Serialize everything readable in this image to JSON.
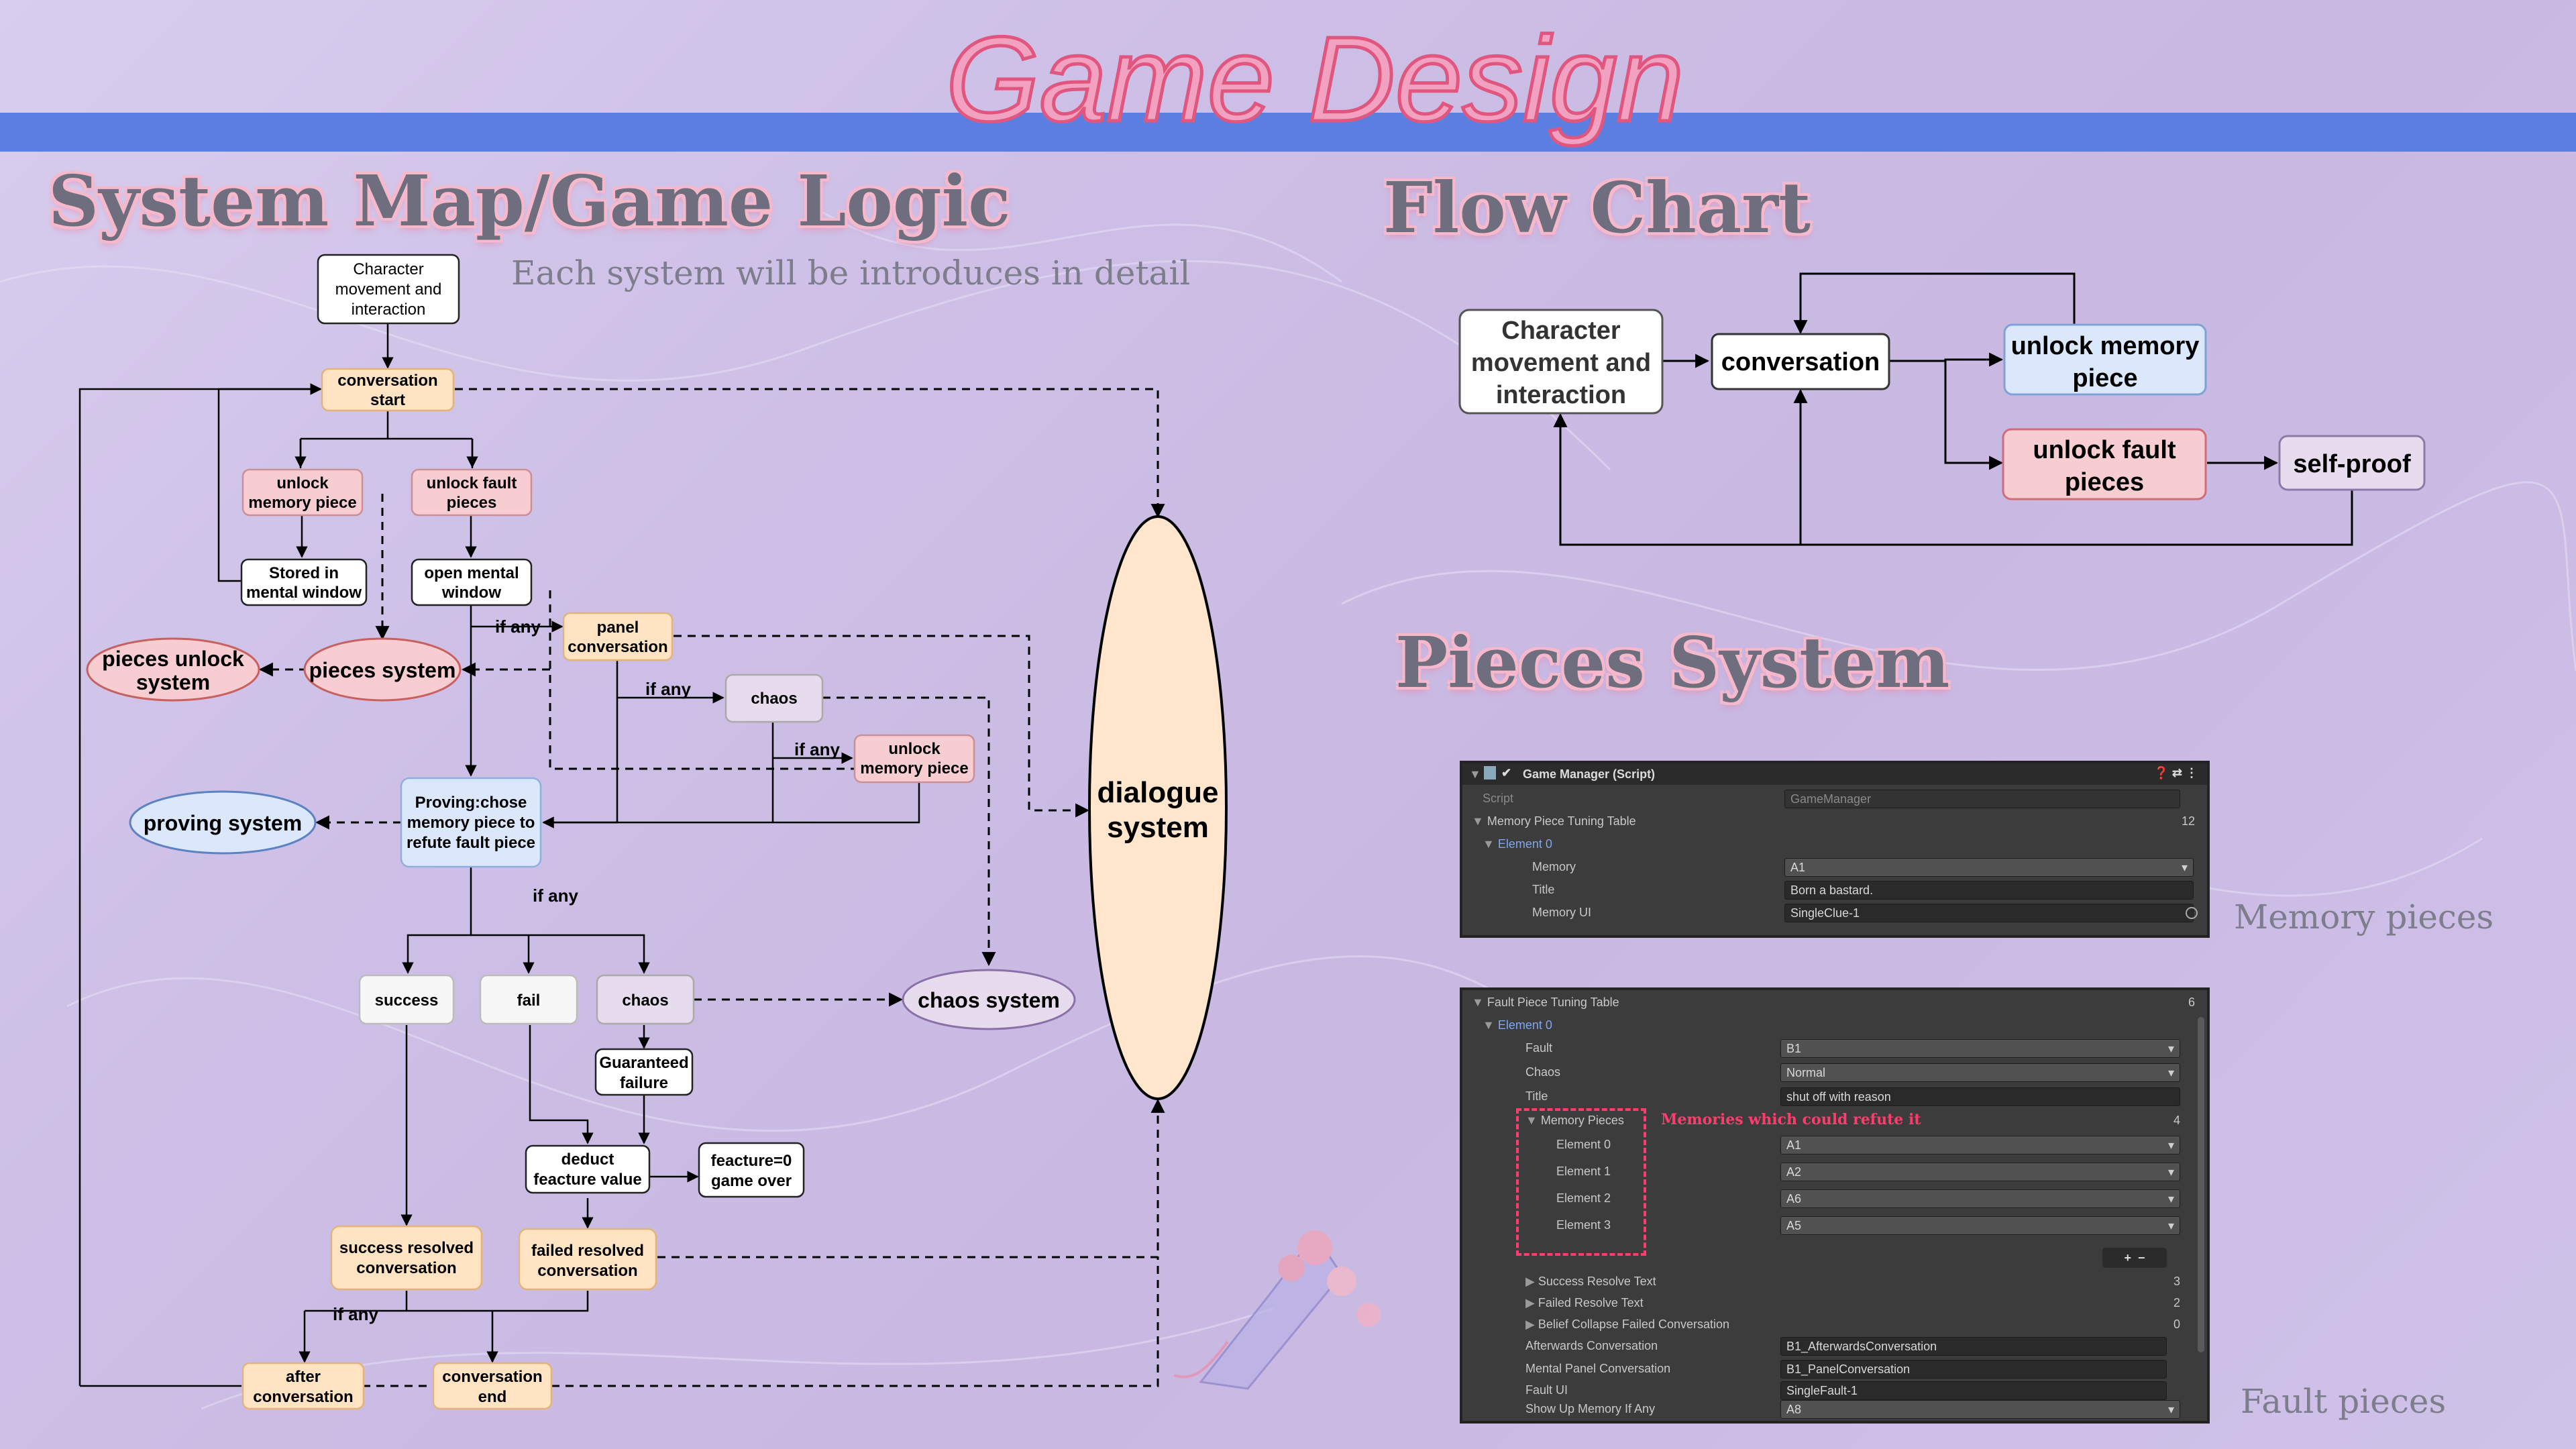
{
  "title": "Game Design",
  "sections": {
    "system_map": "System Map/Game Logic",
    "system_map_subtitle": "Each system will be introduces in detail",
    "flow_chart": "Flow Chart",
    "pieces_system": "Pieces System"
  },
  "system_map": {
    "char_move": [
      "Character",
      "movement and",
      "interaction"
    ],
    "conv_start": [
      "conversation",
      "start"
    ],
    "unlock_memory": [
      "unlock",
      "memory piece"
    ],
    "unlock_fault": [
      "unlock fault",
      "pieces"
    ],
    "stored": [
      "Stored in",
      "mental window"
    ],
    "open_mental": [
      "open mental",
      "window"
    ],
    "panel_conv": [
      "panel",
      "conversation"
    ],
    "chaos1": "chaos",
    "unlock_memory2": [
      "unlock",
      "memory piece"
    ],
    "pieces_unlock_system": [
      "pieces unlock",
      "system"
    ],
    "pieces_system": "pieces system",
    "proving": [
      "Proving:chose",
      "memory piece to",
      "refute fault piece"
    ],
    "proving_system": "proving system",
    "dialogue_system": [
      "dialogue",
      "system"
    ],
    "success": "success",
    "fail": "fail",
    "chaos2": "chaos",
    "chaos_system": "chaos system",
    "guaranteed": [
      "Guaranteed",
      "failure"
    ],
    "deduct": [
      "deduct",
      "feacture value"
    ],
    "feacture0": [
      "feacture=0",
      "game over"
    ],
    "success_resolved": [
      "success resolved",
      "conversation"
    ],
    "failed_resolved": [
      "failed resolved",
      "conversation"
    ],
    "after_conv": [
      "after",
      "conversation"
    ],
    "conv_end": [
      "conversation",
      "end"
    ],
    "if_any": "if any"
  },
  "flow_chart": {
    "char_move": [
      "Character",
      "movement and",
      "interaction"
    ],
    "conversation": "conversation",
    "unlock_memory": [
      "unlock memory",
      "piece"
    ],
    "unlock_fault": [
      "unlock fault",
      "pieces"
    ],
    "self_proof": "self-proof"
  },
  "memory_panel": {
    "header": "Game Manager (Script)",
    "script_label": "Script",
    "script_value": "GameManager",
    "table_label": "Memory Piece Tuning Table",
    "table_count": "12",
    "element0": "Element 0",
    "memory_label": "Memory",
    "memory_value": "A1",
    "title_label": "Title",
    "title_value": "Born a bastard.",
    "memory_ui_label": "Memory UI",
    "memory_ui_value": "SingleClue-1",
    "caption": "Memory pieces"
  },
  "fault_panel": {
    "table_label": "Fault Piece Tuning Table",
    "table_count": "6",
    "element0": "Element 0",
    "fault_label": "Fault",
    "fault_value": "B1",
    "chaos_label": "Chaos",
    "chaos_value": "Normal",
    "title_label": "Title",
    "title_value": "shut off with reason",
    "memory_pieces_label": "Memory Pieces",
    "memory_pieces_count": "4",
    "annotation": "Memories which could refute it",
    "elements": [
      {
        "label": "Element 0",
        "value": "A1"
      },
      {
        "label": "Element 1",
        "value": "A2"
      },
      {
        "label": "Element 2",
        "value": "A6"
      },
      {
        "label": "Element 3",
        "value": "A5"
      }
    ],
    "success_text_label": "Success Resolve Text",
    "success_text_count": "3",
    "failed_text_label": "Failed Resolve Text",
    "failed_text_count": "2",
    "belief_label": "Belief Collapse Failed Conversation",
    "belief_count": "0",
    "afterwards_label": "Afterwards Conversation",
    "afterwards_value": "B1_AfterwardsConversation",
    "mental_label": "Mental Panel Conversation",
    "mental_value": "B1_PanelConversation",
    "fault_ui_label": "Fault UI",
    "fault_ui_value": "SingleFault-1",
    "show_up_label": "Show Up Memory If Any",
    "show_up_value": "A8",
    "caption": "Fault pieces"
  },
  "colors": {
    "band": "#5a7fe0",
    "orange_box": "#ffe3c2",
    "pink_box": "#f7cdd2",
    "blue_box": "#dbe8fb",
    "purple_box": "#e6dcee",
    "title_pink": "#f2a1c0"
  }
}
